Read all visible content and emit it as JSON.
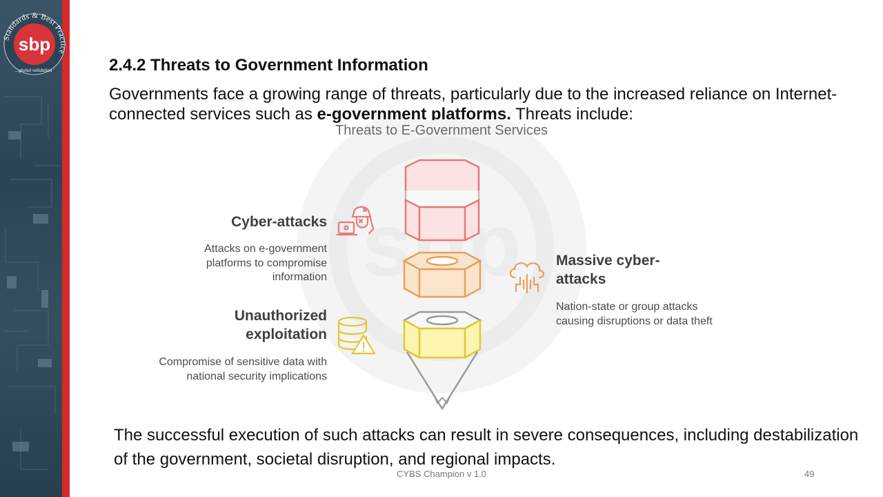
{
  "slide": {
    "section_title": "2.4.2 Threats to Government Information",
    "intro_before": "Governments face a growing range of threats, particularly due to the increased reliance on Internet-connected services such as ",
    "intro_bold": "e-government platforms.",
    "intro_after": " Threats include:",
    "closing": "The successful execution of such attacks can result in severe consequences, including destabilization of the government, societal disruption, and regional impacts.",
    "footer": "CYBS Champion v 1.0",
    "page_number": "49"
  },
  "logo": {
    "ring_text": "Standards & Best Practice",
    "monogram": "sbp",
    "caption": "...global validation"
  },
  "diagram": {
    "title": "Threats to E-Government Services",
    "items": [
      {
        "heading": "Cyber-attacks",
        "description": "Attacks on e-government platforms to compromise information",
        "icon": "hacker-laptop-icon",
        "color": "#e8787a",
        "fill": "#fbe3e3"
      },
      {
        "heading": "Massive cyber-attacks",
        "description": "Nation-state or group attacks causing disruptions or data theft",
        "icon": "cloud-network-icon",
        "color": "#e8a05a",
        "fill": "#fbe4cc"
      },
      {
        "heading": "Unauthorized exploitation",
        "description": "Compromise of sensitive data with national security implications",
        "icon": "database-warning-icon",
        "color": "#e8d84a",
        "fill": "#fbf5b0"
      }
    ]
  },
  "colors": {
    "sidebar": "#2c4556",
    "stripe": "#d42a2a",
    "logo_red": "#d9343a"
  }
}
